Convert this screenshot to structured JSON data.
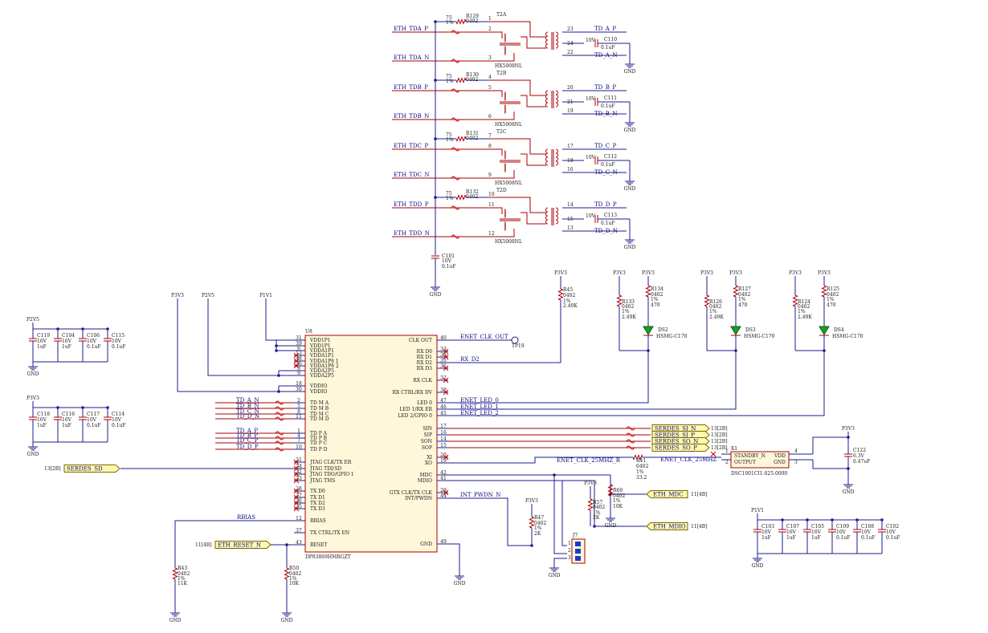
{
  "transformers": [
    {
      "ref": "T2A",
      "r": "R129",
      "rv": "75",
      "tol": "1%",
      "pkg": "0402",
      "in_p": "ETH_TDA_P",
      "in_n": "ETH_TDA_N",
      "pins": [
        "1",
        "2",
        "3",
        "23",
        "24",
        "22"
      ],
      "out_p": "TD_A_P",
      "out_n": "TD_A_N",
      "cap": "C110",
      "capv": "10V",
      "capval": "0.1uF",
      "part": "HX5008NL"
    },
    {
      "ref": "T2B",
      "r": "R130",
      "rv": "75",
      "tol": "1%",
      "pkg": "0402",
      "in_p": "ETH_TDB_P",
      "in_n": "ETH_TDB_N",
      "pins": [
        "4",
        "5",
        "6",
        "20",
        "21",
        "19"
      ],
      "out_p": "TD_B_P",
      "out_n": "TD_B_N",
      "cap": "C111",
      "capv": "10V",
      "capval": "0.1uF",
      "part": "HX5008NL"
    },
    {
      "ref": "T2C",
      "r": "R131",
      "rv": "75",
      "tol": "1%",
      "pkg": "0402",
      "in_p": "ETH_TDC_P",
      "in_n": "ETH_TDC_N",
      "pins": [
        "7",
        "8",
        "9",
        "17",
        "18",
        "16"
      ],
      "out_p": "TD_C_P",
      "out_n": "TD_C_N",
      "cap": "C112",
      "capv": "10V",
      "capval": "0.1uF",
      "part": "HX5008NL"
    },
    {
      "ref": "T2D",
      "r": "R132",
      "rv": "75",
      "tol": "1%",
      "pkg": "0402",
      "in_p": "ETH_TDD_P",
      "in_n": "ETH_TDD_N",
      "pins": [
        "10",
        "11",
        "12",
        "14",
        "15",
        "13"
      ],
      "out_p": "TD_D_P",
      "out_n": "TD_D_N",
      "cap": "C113",
      "capv": "10V",
      "capval": "0.1uF",
      "part": "HX5008NL"
    }
  ],
  "c101": {
    "ref": "C101",
    "v": "10V",
    "val": "0.1uF"
  },
  "gnd": "GND",
  "ic": {
    "ref": "U8",
    "part": "DP83869HMRGZT",
    "left": [
      {
        "n": "31",
        "l": "VDD1P1"
      },
      {
        "n": "39",
        "l": "VDD1P1"
      },
      {
        "n": "6",
        "l": "VDDA1P1"
      },
      {
        "n": "13",
        "l": "VDDA1P1"
      },
      {
        "n": "48",
        "l": "VDDA1P8 1"
      },
      {
        "n": "26",
        "l": "VDDA1P8 2"
      },
      {
        "n": "3",
        "l": "VDDA2P5"
      },
      {
        "n": "9",
        "l": "VDDA2P5"
      },
      {
        "n": "18",
        "l": "VDDIO"
      },
      {
        "n": "30",
        "l": "VDDIO"
      },
      {
        "n": "2",
        "l": "TD M A"
      },
      {
        "n": "5",
        "l": "TD M B"
      },
      {
        "n": "8",
        "l": "TD M C"
      },
      {
        "n": "11",
        "l": "TD M D"
      },
      {
        "n": "1",
        "l": "TD P A"
      },
      {
        "n": "4",
        "l": "TD P B"
      },
      {
        "n": "7",
        "l": "TD P C"
      },
      {
        "n": "10",
        "l": "TD P D"
      },
      {
        "n": "21",
        "l": "JTAG CLK/TX ER"
      },
      {
        "n": "24",
        "l": "JTAG TDI/SD"
      },
      {
        "n": "22",
        "l": "JTAG TDO/GPIO 1"
      },
      {
        "n": "23",
        "l": "JTAG TMS"
      },
      {
        "n": "28",
        "l": "TX D0"
      },
      {
        "n": "27",
        "l": "TX D1"
      },
      {
        "n": "26",
        "l": "TX D2"
      },
      {
        "n": "25",
        "l": "TX D3"
      },
      {
        "n": "12",
        "l": "RBIAS"
      },
      {
        "n": "37",
        "l": "TX CTRL/TX EN"
      },
      {
        "n": "43",
        "l": "RESET"
      }
    ],
    "right": [
      {
        "n": "40",
        "l": "CLK OUT"
      },
      {
        "n": "33",
        "l": "RX D0"
      },
      {
        "n": "34",
        "l": "RX D1"
      },
      {
        "n": "35",
        "l": "RX D2"
      },
      {
        "n": "36",
        "l": "RX D3"
      },
      {
        "n": "32",
        "l": "RX CLK"
      },
      {
        "n": "38",
        "l": "RX CTRL/RX DV"
      },
      {
        "n": "47",
        "l": "LED 0"
      },
      {
        "n": "46",
        "l": "LED 1/RX ER"
      },
      {
        "n": "45",
        "l": "LED 2/GPIO 0"
      },
      {
        "n": "17",
        "l": "SIN"
      },
      {
        "n": "16",
        "l": "SIP"
      },
      {
        "n": "14",
        "l": "SON"
      },
      {
        "n": "15",
        "l": "SOP"
      },
      {
        "n": "20",
        "l": "XI"
      },
      {
        "n": "19",
        "l": "XO"
      },
      {
        "n": "42",
        "l": "MDC"
      },
      {
        "n": "41",
        "l": "MDIO"
      },
      {
        "n": "29",
        "l": "GTX CLK/TX CLK"
      },
      {
        "n": "44",
        "l": "INT/PWDN"
      },
      {
        "n": "49",
        "l": "GND"
      }
    ]
  },
  "power": {
    "p3v3": "P3V3",
    "p2v5": "P2V5",
    "p1v1": "P1V1"
  },
  "caps_p2v5": [
    {
      "r": "C119",
      "v": "16V",
      "c": "1uF"
    },
    {
      "r": "C104",
      "v": "16V",
      "c": "1uF"
    },
    {
      "r": "C106",
      "v": "10V",
      "c": "0.1uF"
    },
    {
      "r": "C115",
      "v": "10V",
      "c": "0.1uF"
    }
  ],
  "caps_p3v3": [
    {
      "r": "C118",
      "v": "16V",
      "c": "1uF"
    },
    {
      "r": "C116",
      "v": "16V",
      "c": "1uF"
    },
    {
      "r": "C117",
      "v": "10V",
      "c": "0.1uF"
    },
    {
      "r": "C114",
      "v": "10V",
      "c": "0.1uF"
    }
  ],
  "caps_p1v1": [
    {
      "r": "C103",
      "v": "16V",
      "c": "1uF"
    },
    {
      "r": "C107",
      "v": "16V",
      "c": "1uF"
    },
    {
      "r": "C105",
      "v": "16V",
      "c": "1uF"
    },
    {
      "r": "C109",
      "v": "10V",
      "c": "0.1uF"
    },
    {
      "r": "C108",
      "v": "10V",
      "c": "0.1uF"
    },
    {
      "r": "C102",
      "v": "10V",
      "c": "0.1uF"
    }
  ],
  "leds": [
    {
      "ra": "R133",
      "rb": "R134",
      "ra_v": [
        "0402",
        "1%",
        "2.49K"
      ],
      "rb_v": [
        "0402",
        "1%",
        "470"
      ],
      "d": "DS2",
      "dp": "HSMG-C170"
    },
    {
      "ra": "R126",
      "rb": "R127",
      "ra_v": [
        "0402",
        "1%",
        "2.49K"
      ],
      "rb_v": [
        "0402",
        "1%",
        "470"
      ],
      "d": "DS3",
      "dp": "HSMG-C170"
    },
    {
      "ra": "R124",
      "rb": "R125",
      "ra_v": [
        "0402",
        "1%",
        "2.49K"
      ],
      "rb_v": [
        "0402",
        "1%",
        "470"
      ],
      "d": "DS4",
      "dp": "HSMG-C170"
    }
  ],
  "r45": {
    "r": "R45",
    "v": [
      "0402",
      "1%",
      "2.49K"
    ]
  },
  "tp19": "TP19",
  "nets": {
    "enet_clk_out": "ENET_CLK_OUT",
    "rx_d2": "RX_D2",
    "led0": "ENET_LED_0",
    "led1": "ENET_LED_1",
    "led2": "ENET_LED_2",
    "clk_r": "ENET_CLK_25MHZ_R",
    "clk": "ENET_CLK_25MHZ",
    "int_pwdn": "INT_PWDN_N",
    "rbias": "RBIAS"
  },
  "td_ports": [
    "TD_A_N",
    "TD_B_N",
    "TD_C_N",
    "TD_D_N",
    "TD_A_P",
    "TD_B_P",
    "TD_C_P",
    "TD_D_P"
  ],
  "serdes": [
    {
      "n": "SERDES_SI_N",
      "ref": "13[2B]"
    },
    {
      "n": "SERDES_SI_P",
      "ref": "13[2B]"
    },
    {
      "n": "SERDES_SO_N",
      "ref": "13[2B]"
    },
    {
      "n": "SERDES_SO_P",
      "ref": "13[2B]"
    }
  ],
  "serdes_sd": {
    "ref": "13[2B]",
    "n": "SERDES_SD"
  },
  "eth_mdc": {
    "n": "ETH_MDC",
    "ref": "11[4B]"
  },
  "eth_mdio": {
    "n": "ETH_MDIO",
    "ref": "11[4B]"
  },
  "eth_reset": {
    "n": "ETH_RESET_N",
    "ref": "11[4B]"
  },
  "r41": {
    "r": "R41",
    "v": [
      "0402",
      "1%",
      "33.2"
    ]
  },
  "r57": {
    "r": "R57",
    "v": [
      "0402",
      "1%",
      "2K"
    ]
  },
  "r60": {
    "r": "R60",
    "v": [
      "0402",
      "1%",
      "10K"
    ]
  },
  "r47": {
    "r": "R47",
    "v": [
      "0402",
      "1%",
      "2K"
    ]
  },
  "r43": {
    "r": "R43",
    "v": [
      "0402",
      "1%",
      "11K"
    ]
  },
  "r50": {
    "r": "R50",
    "v": [
      "0402",
      "1%",
      "10K"
    ]
  },
  "j7": {
    "r": "J7",
    "pins": [
      "1",
      "2",
      "3"
    ]
  },
  "osc": {
    "ref": "X1",
    "part": "DSC1001CI1-025.0000",
    "l1": "STANDBY_N",
    "l2": "OUTPUT",
    "r1": "VDD",
    "r2": "GND",
    "p1": "1",
    "p2": "2",
    "p3": "4",
    "p4": "3"
  },
  "c122": {
    "r": "C122",
    "v": "6.3V",
    "c": "0.47uF"
  }
}
